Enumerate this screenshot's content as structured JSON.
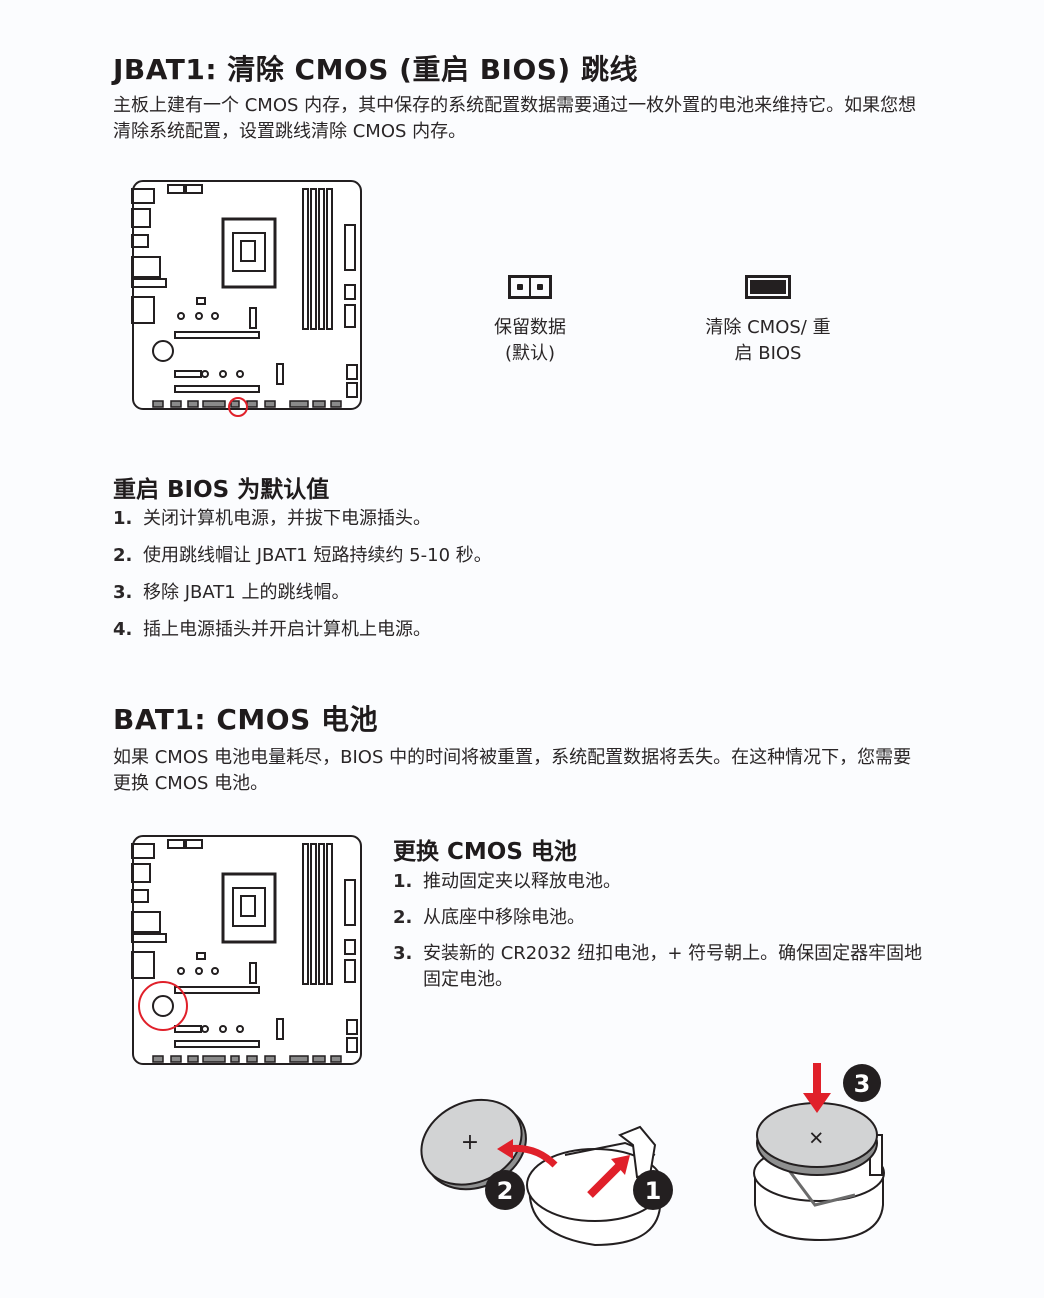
{
  "section_jbat1": {
    "title": "JBAT1: 清除 CMOS (重启 BIOS) 跳线",
    "description": "主板上建有一个 CMOS 内存，其中保存的系统配置数据需要通过一枚外置的电池来维持它。如果您想清除系统配置，设置跳线清除 CMOS 内存。",
    "jumper_states": [
      {
        "label_line1": "保留数据",
        "label_line2": "(默认)",
        "icon": "jumper-open-icon"
      },
      {
        "label_line1": "清除 CMOS/ 重",
        "label_line2": "启 BIOS",
        "icon": "jumper-closed-icon"
      }
    ],
    "highlight_color": "#e0202a"
  },
  "section_reset_bios": {
    "title": "重启 BIOS 为默认值",
    "steps": [
      {
        "num": "1.",
        "text": "关闭计算机电源，并拔下电源插头。"
      },
      {
        "num": "2.",
        "text": "使用跳线帽让 JBAT1 短路持续约 5-10 秒。"
      },
      {
        "num": "3.",
        "text": "移除 JBAT1 上的跳线帽。"
      },
      {
        "num": "4.",
        "text": "插上电源插头并开启计算机上电源。"
      }
    ]
  },
  "section_bat1": {
    "title": "BAT1: CMOS 电池",
    "description": "如果 CMOS 电池电量耗尽，BIOS 中的时间将被重置，系统配置数据将丢失。在这种情况下，您需要更换 CMOS 电池。",
    "replace": {
      "title": "更换 CMOS 电池",
      "steps": [
        {
          "num": "1.",
          "text": "推动固定夹以释放电池。"
        },
        {
          "num": "2.",
          "text": "从底座中移除电池。"
        },
        {
          "num": "3.",
          "text": "安装新的 CR2032 纽扣电池，+ 符号朝上。确保固定器牢固地固定电池。"
        }
      ]
    },
    "callouts": [
      "1",
      "2",
      "3"
    ],
    "battery_symbol": "+"
  }
}
